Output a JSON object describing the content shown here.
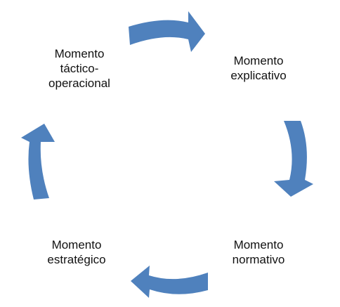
{
  "cycle": {
    "arrow_color": "#4f81bd",
    "arrow_direction": "clockwise",
    "nodes": [
      {
        "id": "explicativo",
        "lines": [
          "Momento",
          "explicativo"
        ]
      },
      {
        "id": "normativo",
        "lines": [
          "Momento",
          "normativo"
        ]
      },
      {
        "id": "estrategico",
        "lines": [
          "Momento",
          "estratégico"
        ]
      },
      {
        "id": "tactico",
        "lines": [
          "Momento",
          "táctico-",
          "operacional"
        ]
      }
    ]
  }
}
